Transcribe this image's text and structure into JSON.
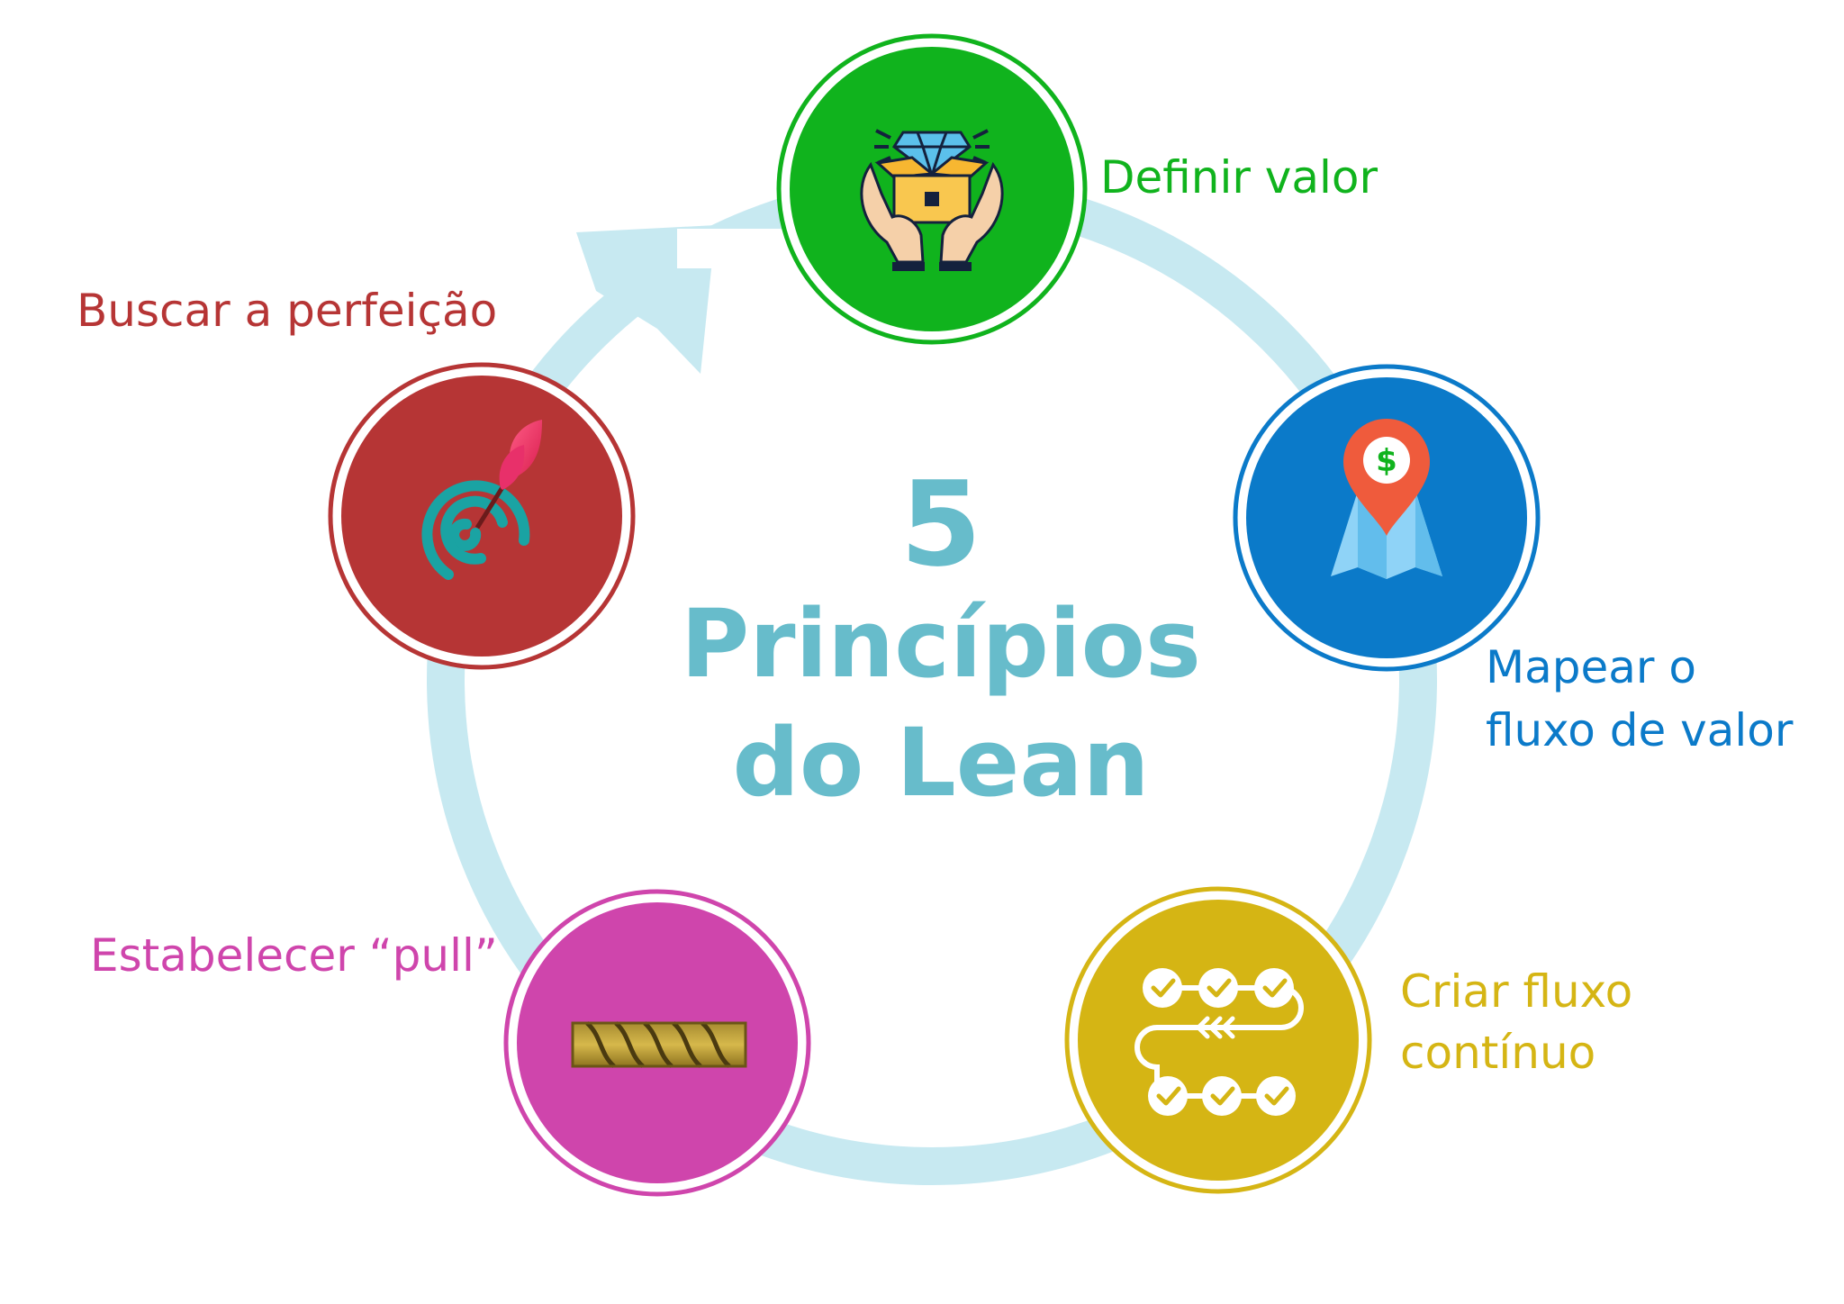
{
  "center": {
    "number": "5",
    "line1": "Princípios",
    "line2": "do Lean"
  },
  "colors": {
    "ring": "#c7e9f1",
    "title": "#67bccb",
    "define_value": "#10b31d",
    "map_flow": "#0b7ac9",
    "continuous_flow": "#d5b514",
    "pull": "#cf45ac",
    "perfection": "#b63535"
  },
  "steps": [
    {
      "id": "define-value",
      "icon": "diamond-box-hands-icon",
      "lines": [
        "Definir valor"
      ]
    },
    {
      "id": "map-value-stream",
      "icon": "map-dollar-pin-icon",
      "lines": [
        "Mapear o",
        "fluxo de valor"
      ]
    },
    {
      "id": "continuous-flow",
      "icon": "flow-checklist-icon",
      "lines": [
        "Criar fluxo",
        "contínuo"
      ]
    },
    {
      "id": "establish-pull",
      "icon": "rope-icon",
      "lines": [
        "Estabelecer “pull”"
      ]
    },
    {
      "id": "seek-perfection",
      "icon": "target-feather-icon",
      "lines": [
        "Buscar a perfeição"
      ]
    }
  ]
}
